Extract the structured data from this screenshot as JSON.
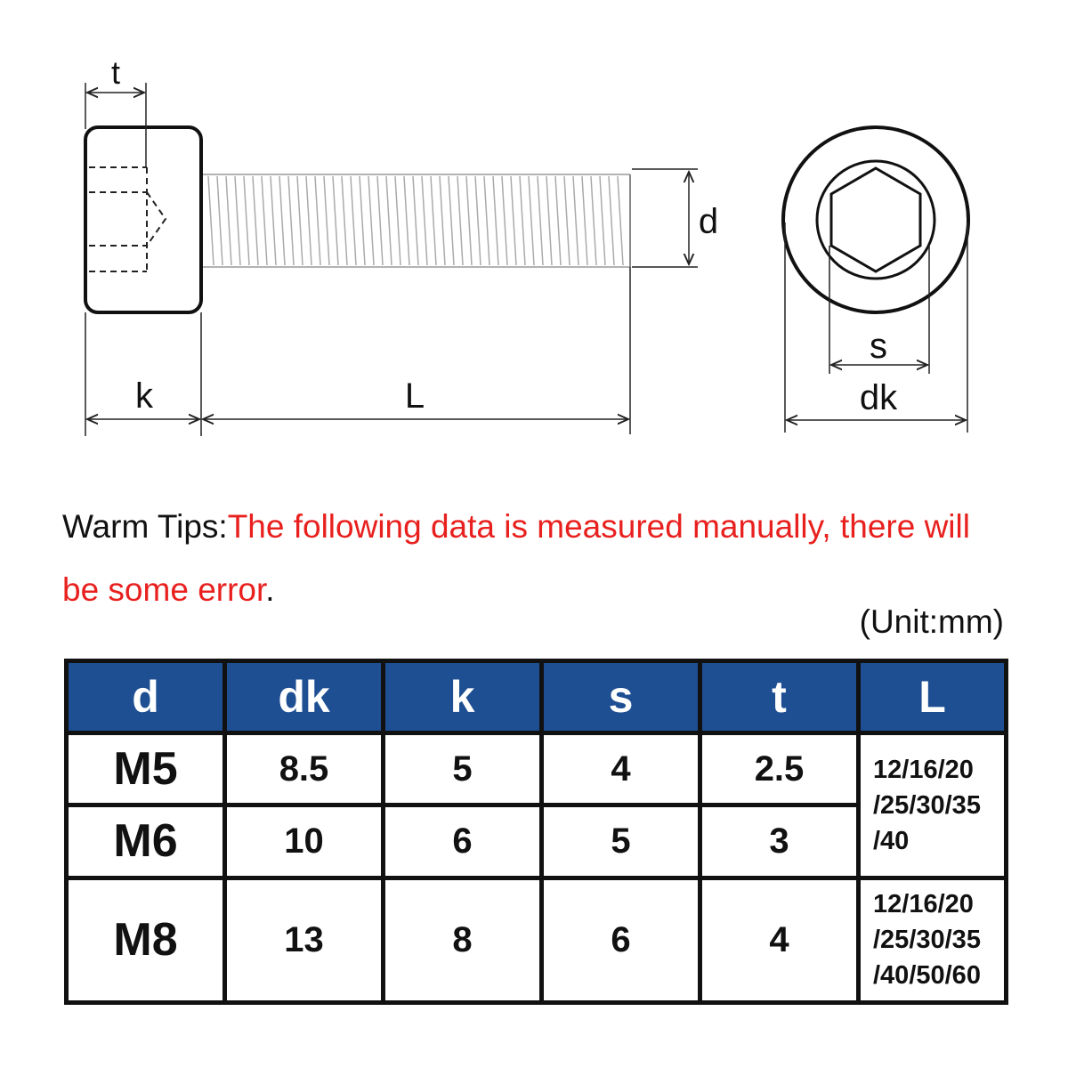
{
  "diagram": {
    "labels": {
      "t": "t",
      "d": "d",
      "k": "k",
      "L": "L",
      "s": "s",
      "dk": "dk"
    }
  },
  "tips": {
    "prefix": "Warm Tips:",
    "message": "The following data is measured manually, there will be some error",
    "period": "."
  },
  "unit": "(Unit:mm)",
  "table": {
    "colors": {
      "header_bg": "#1f4f93",
      "header_text": "#ffffff",
      "border": "#111111"
    },
    "headers": [
      "d",
      "dk",
      "k",
      "s",
      "t",
      "L"
    ],
    "rows": [
      {
        "d": "M5",
        "dk": "8.5",
        "k": "5",
        "s": "4",
        "t": "2.5"
      },
      {
        "d": "M6",
        "dk": "10",
        "k": "6",
        "s": "5",
        "t": "3"
      },
      {
        "d": "M8",
        "dk": "13",
        "k": "8",
        "s": "6",
        "t": "4"
      }
    ],
    "lengths": [
      [
        "12/16/20",
        "/25/30/35",
        "/40"
      ],
      [
        "12/16/20",
        "/25/30/35",
        "/40/50/60"
      ]
    ]
  }
}
